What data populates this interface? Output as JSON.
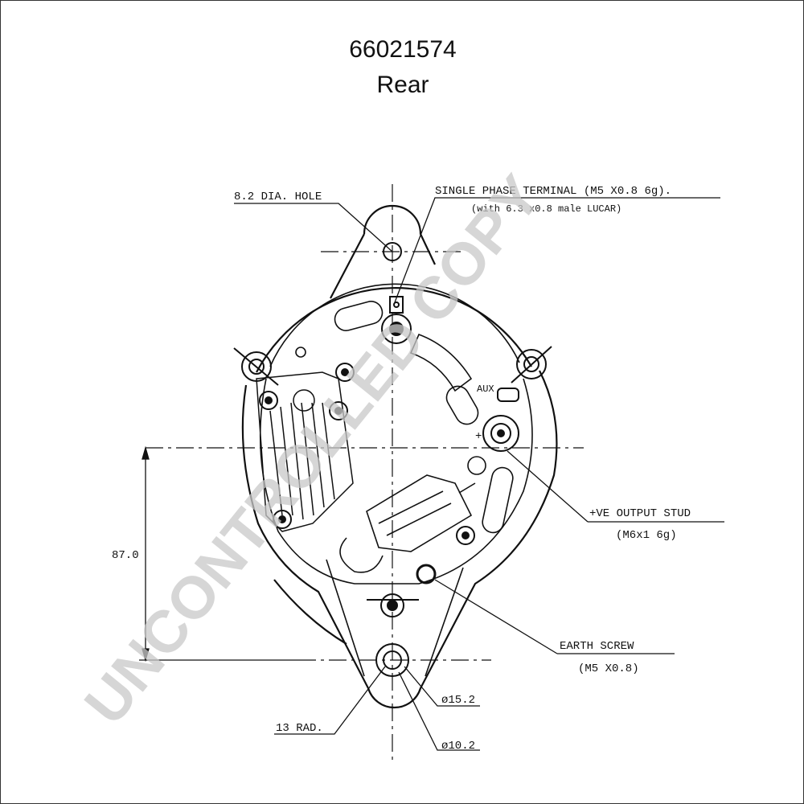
{
  "header": {
    "part_number": "66021574",
    "view": "Rear"
  },
  "labels": {
    "hole": "8.2 DIA. HOLE",
    "single_phase_line1": "SINGLE PHASE TERMINAL (M5 X0.8 6g).",
    "single_phase_line2": "(with 6.3 x0.8 male LUCAR)",
    "aux": "AUX",
    "plus": "+",
    "output_stud_line1": "+VE OUTPUT STUD",
    "output_stud_line2": "(M6x1 6g)",
    "earth_line1": "EARTH SCREW",
    "earth_line2": "(M5 X0.8)",
    "dim_87": "87.0",
    "rad_13": "13 RAD.",
    "dia_15": "ø15.2",
    "dia_10": "ø10.2"
  },
  "watermark": "UNCONTROLLED COPY",
  "colors": {
    "line": "#111111",
    "watermark": "#c9c9c9"
  }
}
